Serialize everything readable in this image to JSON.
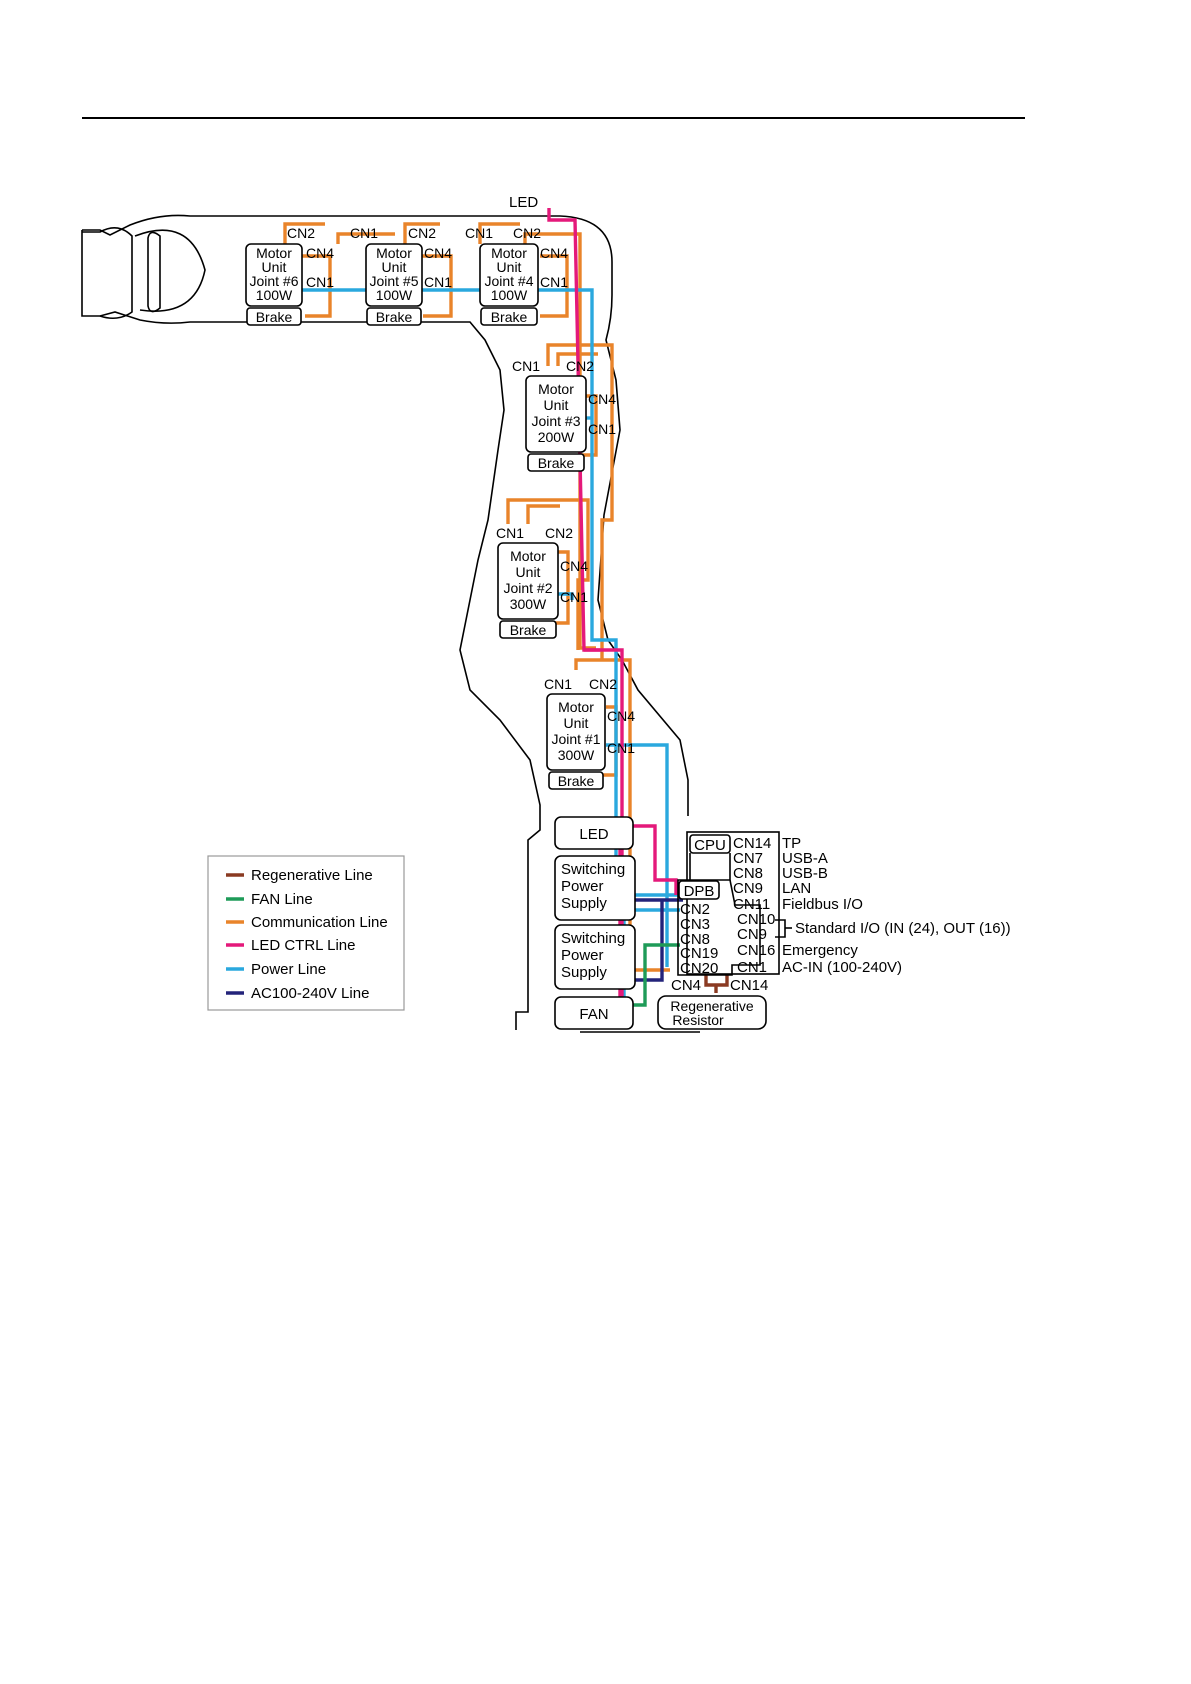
{
  "colors": {
    "regenerative": "#8a3a22",
    "fan": "#1e9b58",
    "communication": "#e9842a",
    "led_ctrl": "#e4197a",
    "power": "#2aa8de",
    "ac": "#23237a"
  },
  "top_led": "LED",
  "motor_units": [
    {
      "l1": "Motor",
      "l2": "Unit",
      "l3": "Joint #6",
      "l4": "100W",
      "brake": "Brake",
      "cn4": "CN4",
      "cn1_side": "CN1",
      "cn2_top": "CN2",
      "cn1_top": "CN1"
    },
    {
      "l1": "Motor",
      "l2": "Unit",
      "l3": "Joint #5",
      "l4": "100W",
      "brake": "Brake",
      "cn4": "CN4",
      "cn1_side": "CN1",
      "cn2_top": "CN2",
      "cn1_top": "CN1"
    },
    {
      "l1": "Motor",
      "l2": "Unit",
      "l3": "Joint #4",
      "l4": "100W",
      "brake": "Brake",
      "cn4": "CN4",
      "cn1_side": "CN1",
      "cn2_top": "CN2"
    },
    {
      "l1": "Motor",
      "l2": "Unit",
      "l3": "Joint #3",
      "l4": "200W",
      "brake": "Brake",
      "cn4": "CN4",
      "cn1_side": "CN1",
      "cn1_top": "CN1",
      "cn2_top": "CN2"
    },
    {
      "l1": "Motor",
      "l2": "Unit",
      "l3": "Joint #2",
      "l4": "300W",
      "brake": "Brake",
      "cn4": "CN4",
      "cn1_side": "CN1",
      "cn1_top": "CN1",
      "cn2_top": "CN2"
    },
    {
      "l1": "Motor",
      "l2": "Unit",
      "l3": "Joint #1",
      "l4": "300W",
      "brake": "Brake",
      "cn4": "CN4",
      "cn1_side": "CN1",
      "cn1_top": "CN1",
      "cn2_top": "CN2"
    }
  ],
  "base": {
    "led": "LED",
    "psu1": [
      "Switching",
      "Power",
      "Supply"
    ],
    "psu2": [
      "Switching",
      "Power",
      "Supply"
    ],
    "fan": "FAN",
    "regen": [
      "Regenerative",
      "Resistor"
    ],
    "cpu": "CPU",
    "dpb": "DPB",
    "dpb_ports": [
      "CN2",
      "CN3",
      "CN8",
      "CN19",
      "CN20"
    ],
    "cpu_ports": [
      "CN14",
      "CN7",
      "CN8",
      "CN9",
      "CN11",
      "CN10",
      "CN9",
      "CN16",
      "CN1"
    ],
    "bottom_ports": [
      "CN4",
      "CN14"
    ],
    "ext_labels": [
      "TP",
      "USB-A",
      "USB-B",
      "LAN",
      "Fieldbus I/O",
      "Standard I/O (IN (24), OUT (16))",
      "Emergency",
      "AC-IN (100-240V)"
    ]
  },
  "legend": {
    "items": [
      {
        "label": "Regenerative  Line",
        "color": "#8a3a22"
      },
      {
        "label": "FAN Line",
        "color": "#1e9b58"
      },
      {
        "label": "Communication Line",
        "color": "#e9842a"
      },
      {
        "label": "LED CTRL  Line",
        "color": "#e4197a"
      },
      {
        "label": "Power Line",
        "color": "#2aa8de"
      },
      {
        "label": "AC100-240V Line",
        "color": "#23237a"
      }
    ]
  }
}
